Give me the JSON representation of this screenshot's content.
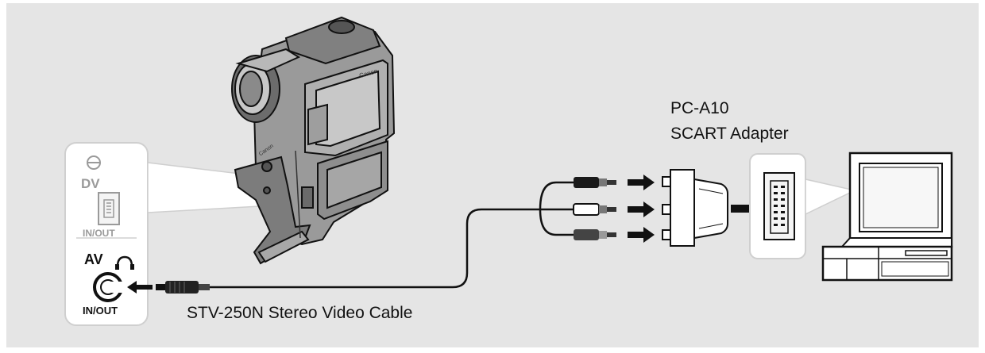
{
  "labels": {
    "adapter_line1": "PC-A10",
    "adapter_line2": "SCART Adapter",
    "cable": "STV-250N Stereo Video Cable"
  },
  "panel": {
    "dv": "DV",
    "inout_dv": "IN/OUT",
    "av": "AV",
    "inout_av": "IN/OUT"
  },
  "camera": {
    "brand": "Canon"
  },
  "colors": {
    "background": "#e5e5e5",
    "line": "#111111",
    "panel": "#ffffff"
  }
}
